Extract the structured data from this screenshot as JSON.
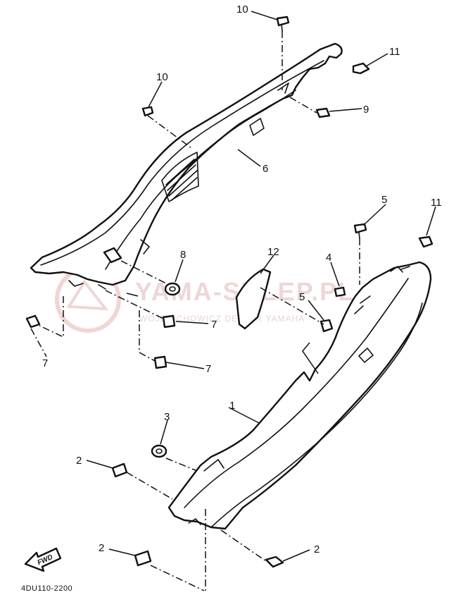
{
  "watermark": {
    "brand": "YAMA-SKLEP.PL",
    "tagline": "WOJCIECHOWICZ DEALER YAMAHA"
  },
  "drawing_code": "4DU110-2200",
  "arrow_label": "FWD",
  "callouts": {
    "c1": "1",
    "c2a": "2",
    "c2b": "2",
    "c2c": "2",
    "c3": "3",
    "c4": "4",
    "c5a": "5",
    "c5b": "5",
    "c6": "6",
    "c7a": "7",
    "c7b": "7",
    "c7c": "7",
    "c8": "8",
    "c9": "9",
    "c10a": "10",
    "c10b": "10",
    "c11a": "11",
    "c11b": "11",
    "c12": "12"
  }
}
